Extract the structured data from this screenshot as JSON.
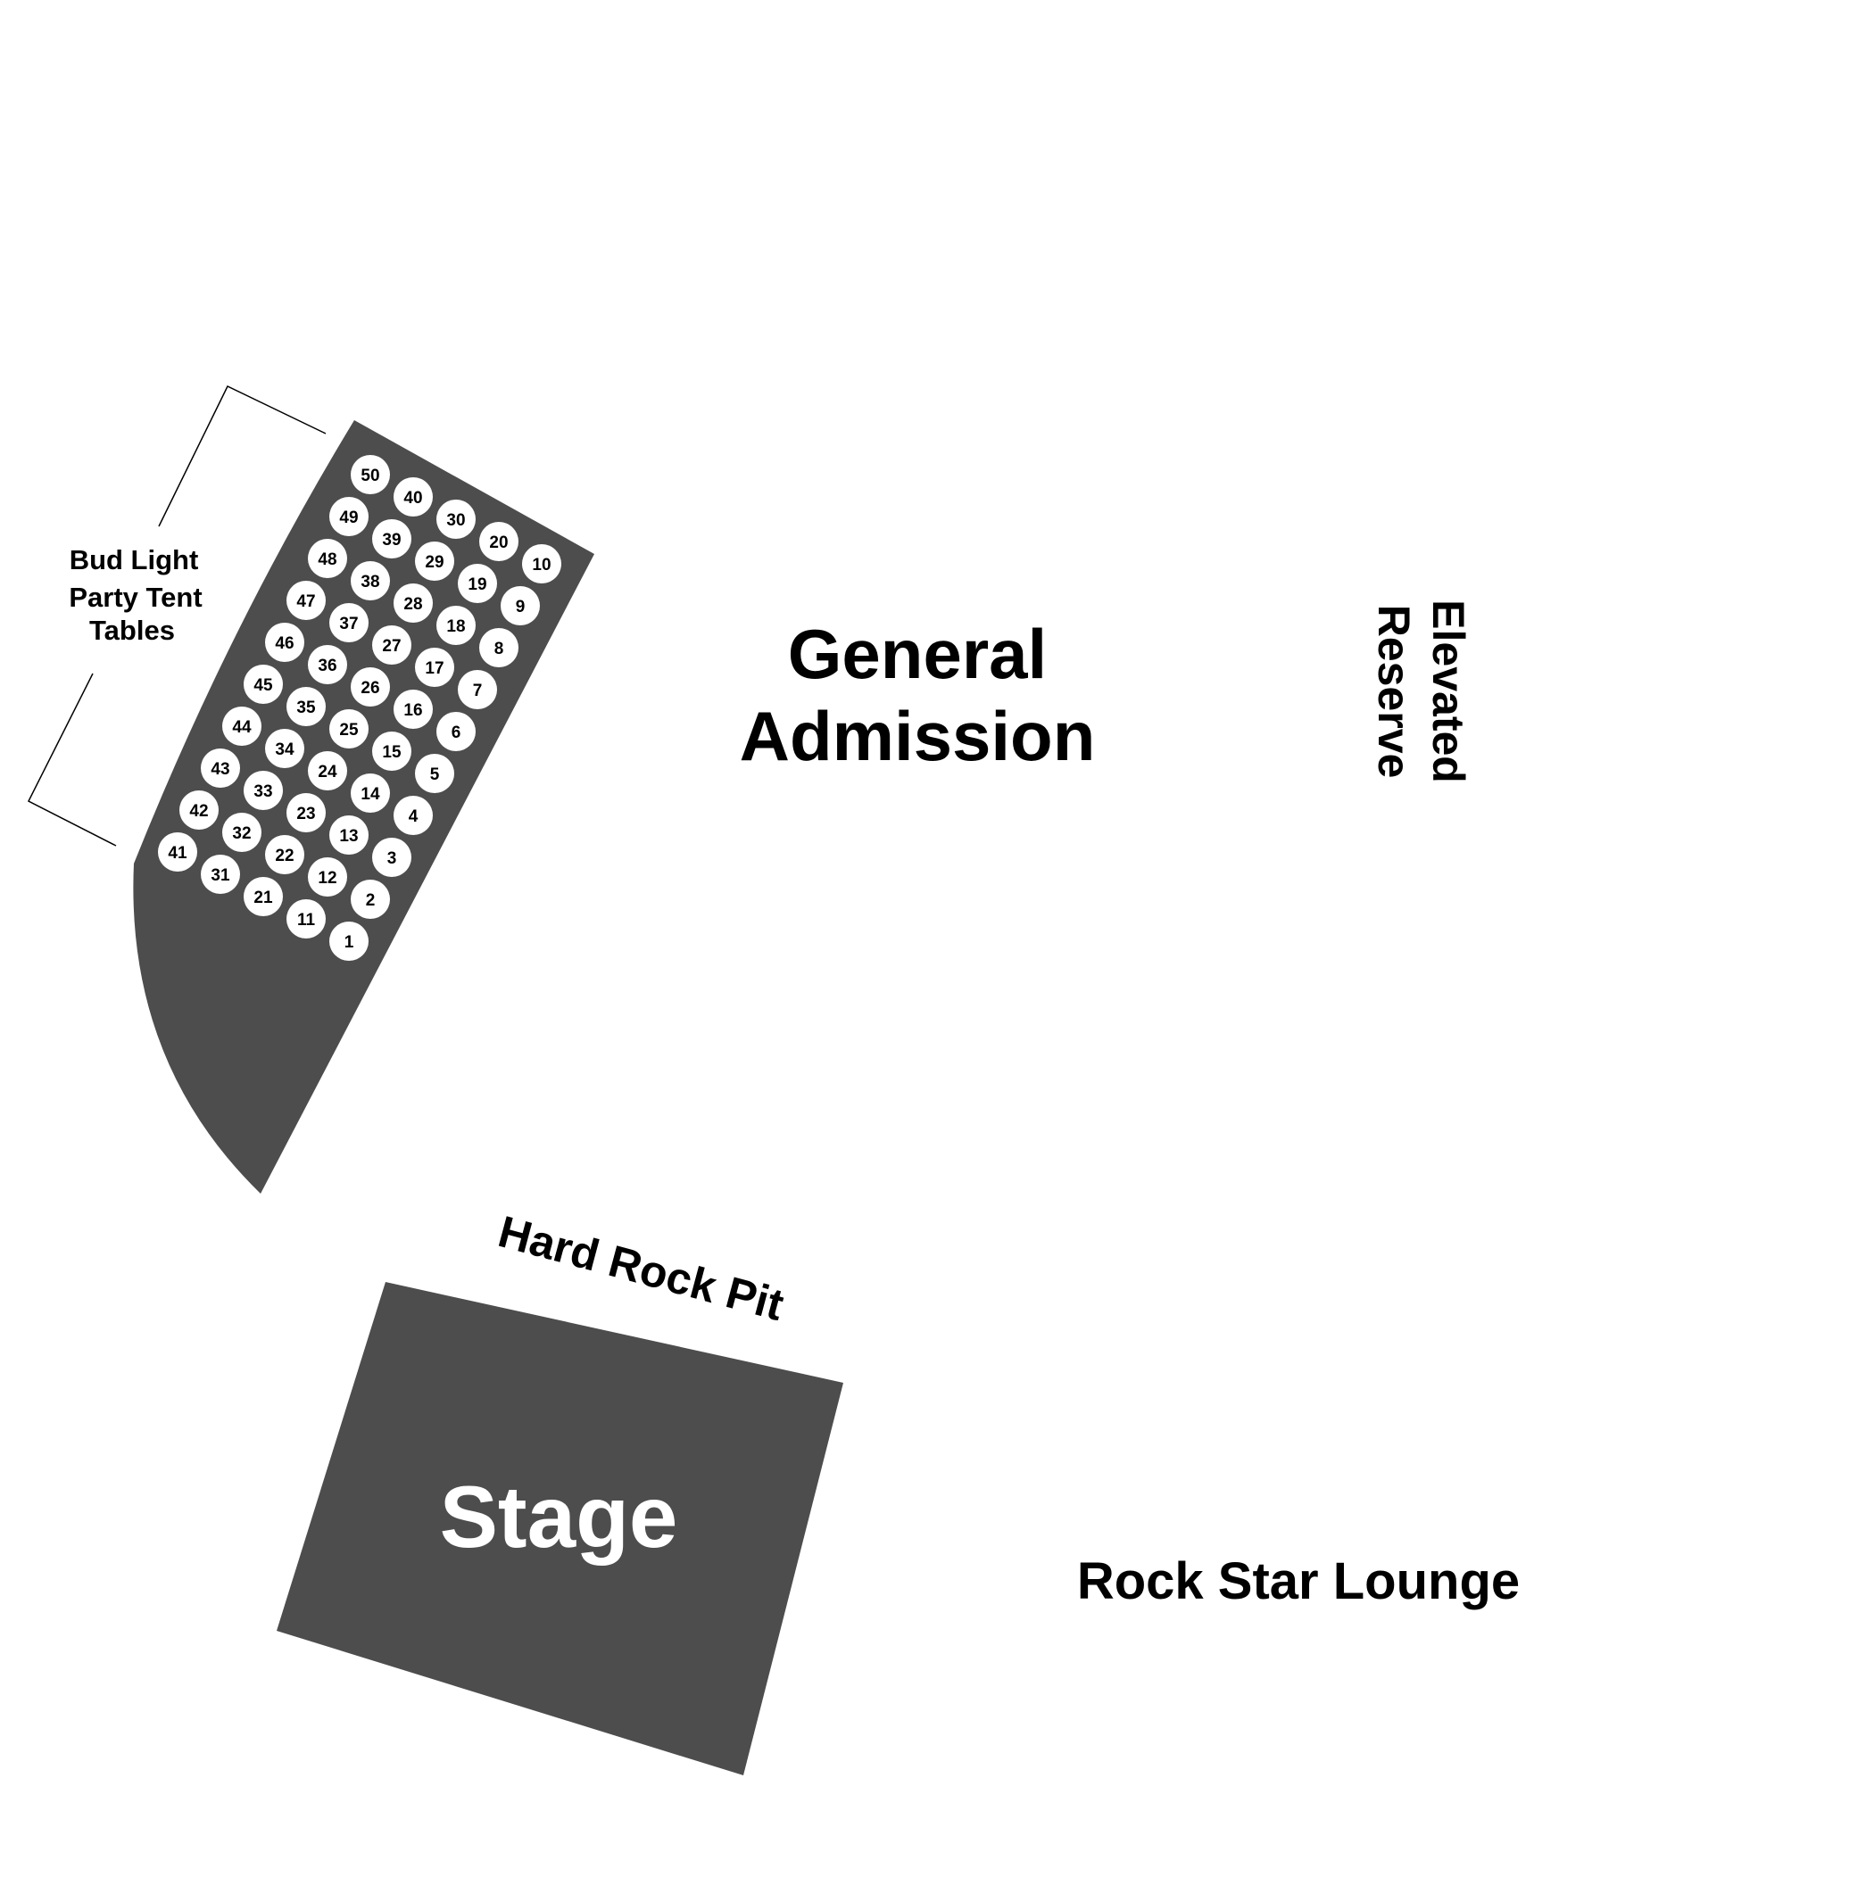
{
  "map": {
    "colors": {
      "section_fill": "#4d4d4d",
      "table_fill": "#ffffff",
      "text": "#000000",
      "stage_text": "#ffffff",
      "background": "#ffffff"
    },
    "labels": {
      "general_admission_line1": "General",
      "general_admission_line2": "Admission",
      "elevated_reserve_line1": "Elevated",
      "elevated_reserve_line2": "Reserve",
      "bud_light_line1": "Bud Light",
      "bud_light_line2": "Party Tent",
      "bud_light_line3": "Tables",
      "hard_rock_pit": "Hard Rock Pit",
      "stage": "Stage",
      "rock_star_lounge": "Rock Star Lounge"
    },
    "tables": [
      1,
      2,
      3,
      4,
      5,
      6,
      7,
      8,
      9,
      10,
      11,
      12,
      13,
      14,
      15,
      16,
      17,
      18,
      19,
      20,
      21,
      22,
      23,
      24,
      25,
      26,
      27,
      28,
      29,
      30,
      31,
      32,
      33,
      34,
      35,
      36,
      37,
      38,
      39,
      40,
      41,
      42,
      43,
      44,
      45,
      46,
      47,
      48,
      49,
      50
    ]
  }
}
